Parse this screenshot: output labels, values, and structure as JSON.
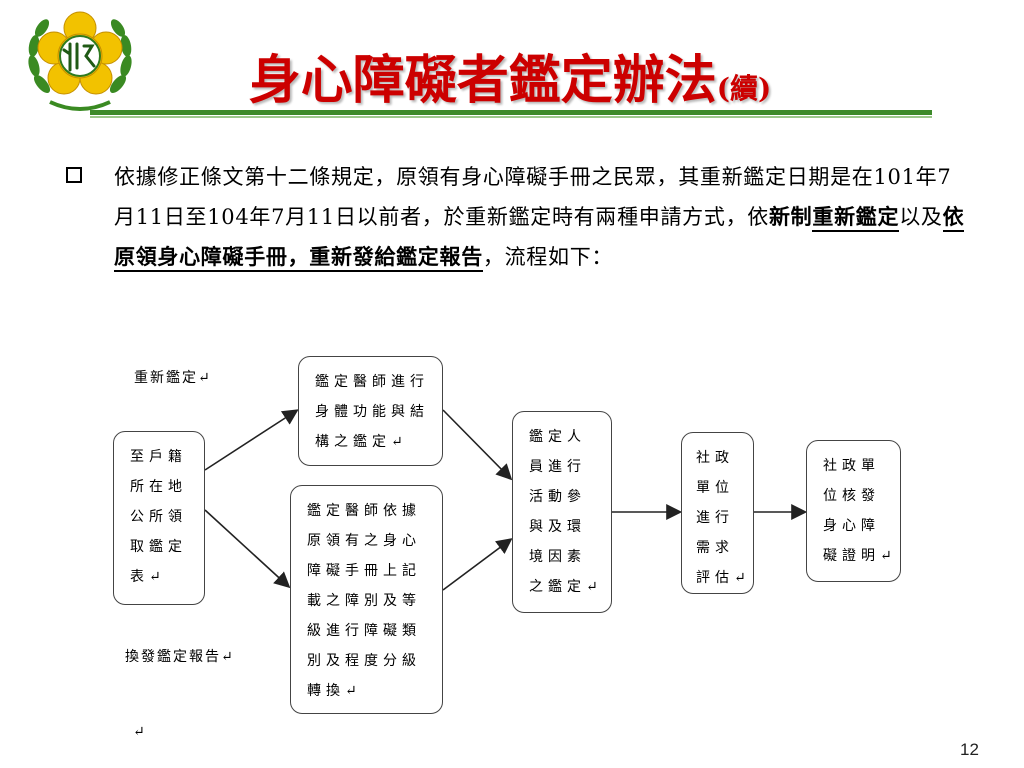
{
  "slide": {
    "title": "身心障礙者鑑定辦法",
    "title_suffix": "(續)",
    "page_number": "12"
  },
  "paragraph": {
    "part1": "依據修正條文第十二條規定，原領有身心障礙手冊之民眾，其重新鑑定日期是在101年7月11日至104年7月11日以前者，於重新鑑定時有兩種申請方式，依",
    "bold1": "新制",
    "bold1u": "重新鑑定",
    "part2": "以及",
    "bold2u": "依原領身心障礙手冊，重新發給鑑定報告",
    "part3": "，流程如下："
  },
  "flow": {
    "label_top": "重新鑑定↵",
    "label_bottom": "換發鑑定報告↵",
    "stray_mark": "↵",
    "box_start": "至戶籍\n所在地\n公所領\n取鑑定\n表↵",
    "box_top": "鑑定醫師進行\n身體功能與結\n構之鑑定↵",
    "box_bottom": "鑑定醫師依據\n原領有之身心\n障礙手冊上記\n載之障別及等\n級進行障礙類\n別及程度分級\n轉換↵",
    "box_middle": "鑑定人\n員進行\n活動參\n與及環\n境因素\n之鑑定↵",
    "box_social": "社政\n單位\n進行\n需求\n評估↵",
    "box_final": "社政單\n位核發\n身心障\n礙證明↵"
  },
  "colors": {
    "title": "#cc0000",
    "rule": "#3d8a2a",
    "logo_ring": "#2f7a1f",
    "logo_flower": "#f2c200"
  },
  "icons": {
    "logo": "ministry-emblem-icon",
    "bullet": "square-bullet-icon"
  }
}
